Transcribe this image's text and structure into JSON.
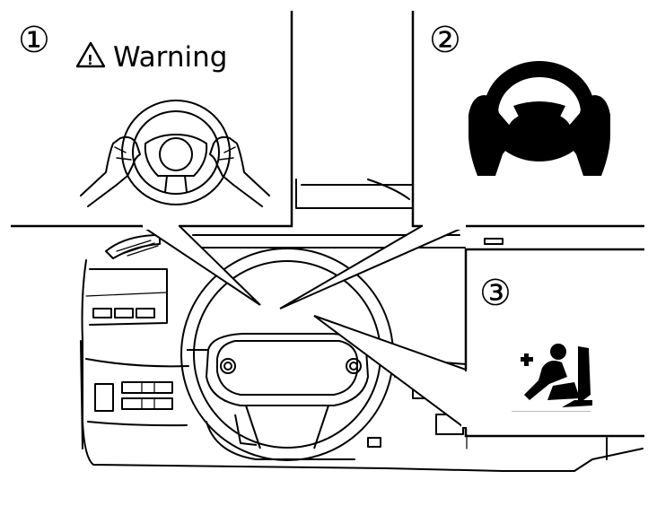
{
  "callouts": [
    {
      "number": "①",
      "label": "Warning",
      "warning_icon": "warning-triangle-icon",
      "illustration": "hands-on-steering-wheel"
    },
    {
      "number": "②",
      "label": "",
      "illustration": "hands-on-wheel-icon"
    },
    {
      "number": "③",
      "label": "",
      "illustration": "seat-belt-tension-icon"
    }
  ],
  "warning_symbol": "!",
  "colors": {
    "line": "#000000",
    "background": "#ffffff",
    "icon_fill": "#000000"
  }
}
